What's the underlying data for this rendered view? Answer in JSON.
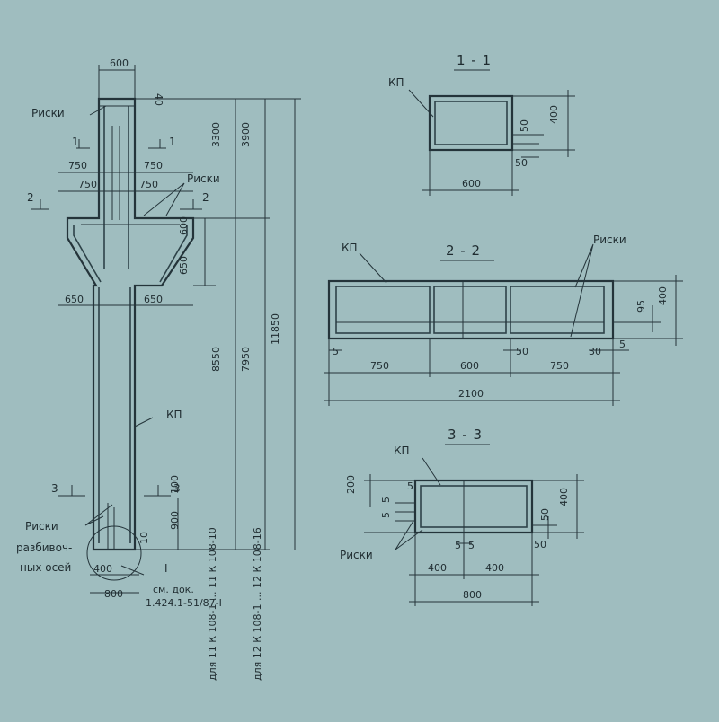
{
  "colors": {
    "background": "#9fbdbf",
    "ink": "#24343a",
    "rebar": "#2d4248"
  },
  "column": {
    "top_width": "600",
    "top_offset": "40",
    "upper_left": "750",
    "upper_right": "750",
    "mid_left": "750",
    "mid_right": "750",
    "bracket_left": "650",
    "bracket_right": "650",
    "bracket_depth": "600",
    "bracket_slope": "650",
    "height_top": "3300",
    "height_top_total": "3900",
    "height_lower": "8550",
    "height_lower_total": "7950",
    "height_full": "11850",
    "bottom_100": "100",
    "bottom_900": "900",
    "bottom_10": "10",
    "base_half": "400",
    "base_width": "800",
    "label_kp": "КП",
    "label_riski_top": "Риски",
    "label_riski_mid": "Риски",
    "label_riski_bottom": "Риски",
    "label_axes_line1": "разбивоч-",
    "label_axes_line2": "ных осей",
    "detail_mark": "I",
    "ref_note_line1": "см. док.",
    "ref_note_line2": "1.424.1-51/87-I",
    "sec1_mark": "1",
    "sec2_mark": "2",
    "sec3_mark": "3",
    "vertical_note_1": "для 11 К 108-1 ... 11 К 108-10",
    "vertical_note_2": "для 12 К 108-1 ... 12 К 108-16"
  },
  "section_1_1": {
    "title": "1 - 1",
    "label_kp": "КП",
    "width": "600",
    "height": "400",
    "cover_side": "50",
    "cover_bottom": "50"
  },
  "section_2_2": {
    "title": "2 - 2",
    "label_kp": "КП",
    "label_riski": "Риски",
    "left": "750",
    "middle": "600",
    "right": "750",
    "total": "2100",
    "height": "400",
    "inner": "95",
    "edge_left": "5",
    "d50": "50",
    "d30": "30",
    "edge_right": "5"
  },
  "section_3_3": {
    "title": "3 - 3",
    "label_kp": "КП",
    "label_riski": "Риски",
    "left": "400",
    "right": "400",
    "total": "800",
    "height": "400",
    "d200": "200",
    "d5a": "5",
    "d5b": "5",
    "d5c": "5",
    "d50_right": "50",
    "d50_bottom": "50",
    "d5_mid_a": "5",
    "d5_mid_b": "5"
  }
}
